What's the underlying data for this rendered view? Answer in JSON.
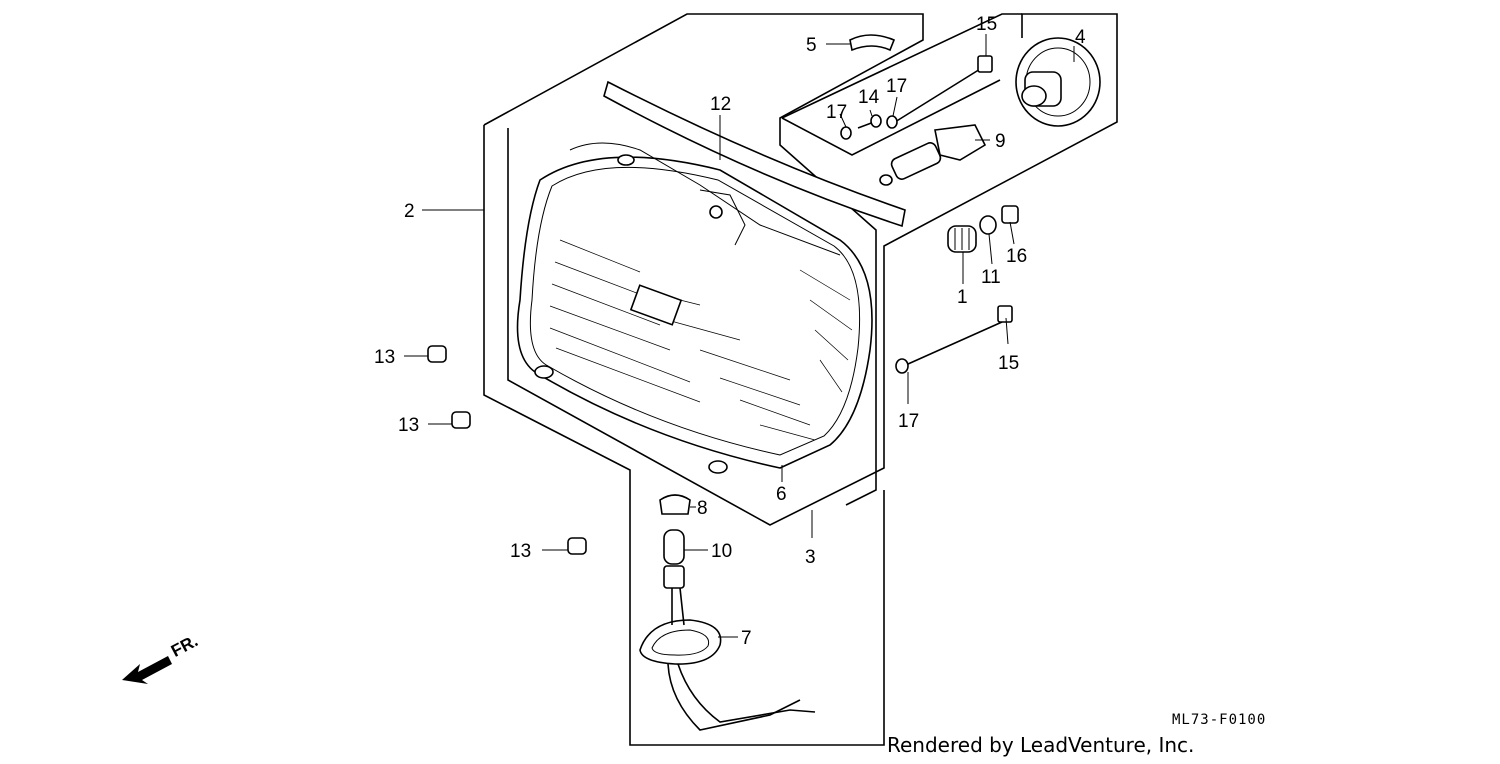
{
  "diagram": {
    "callouts": [
      {
        "id": "1",
        "label": "1"
      },
      {
        "id": "2",
        "label": "2"
      },
      {
        "id": "3",
        "label": "3"
      },
      {
        "id": "4",
        "label": "4"
      },
      {
        "id": "5",
        "label": "5"
      },
      {
        "id": "6",
        "label": "6"
      },
      {
        "id": "7",
        "label": "7"
      },
      {
        "id": "8",
        "label": "8"
      },
      {
        "id": "9",
        "label": "9"
      },
      {
        "id": "10",
        "label": "10"
      },
      {
        "id": "11",
        "label": "11"
      },
      {
        "id": "12",
        "label": "12"
      },
      {
        "id": "13a",
        "label": "13"
      },
      {
        "id": "13b",
        "label": "13"
      },
      {
        "id": "13c",
        "label": "13"
      },
      {
        "id": "14",
        "label": "14"
      },
      {
        "id": "15a",
        "label": "15"
      },
      {
        "id": "15b",
        "label": "15"
      },
      {
        "id": "16",
        "label": "16"
      },
      {
        "id": "17a",
        "label": "17"
      },
      {
        "id": "17b",
        "label": "17"
      },
      {
        "id": "17c",
        "label": "17"
      }
    ],
    "direction_label": "FR.",
    "diagram_code": "ML73-F0100",
    "credit": "Rendered by LeadVenture, Inc."
  }
}
